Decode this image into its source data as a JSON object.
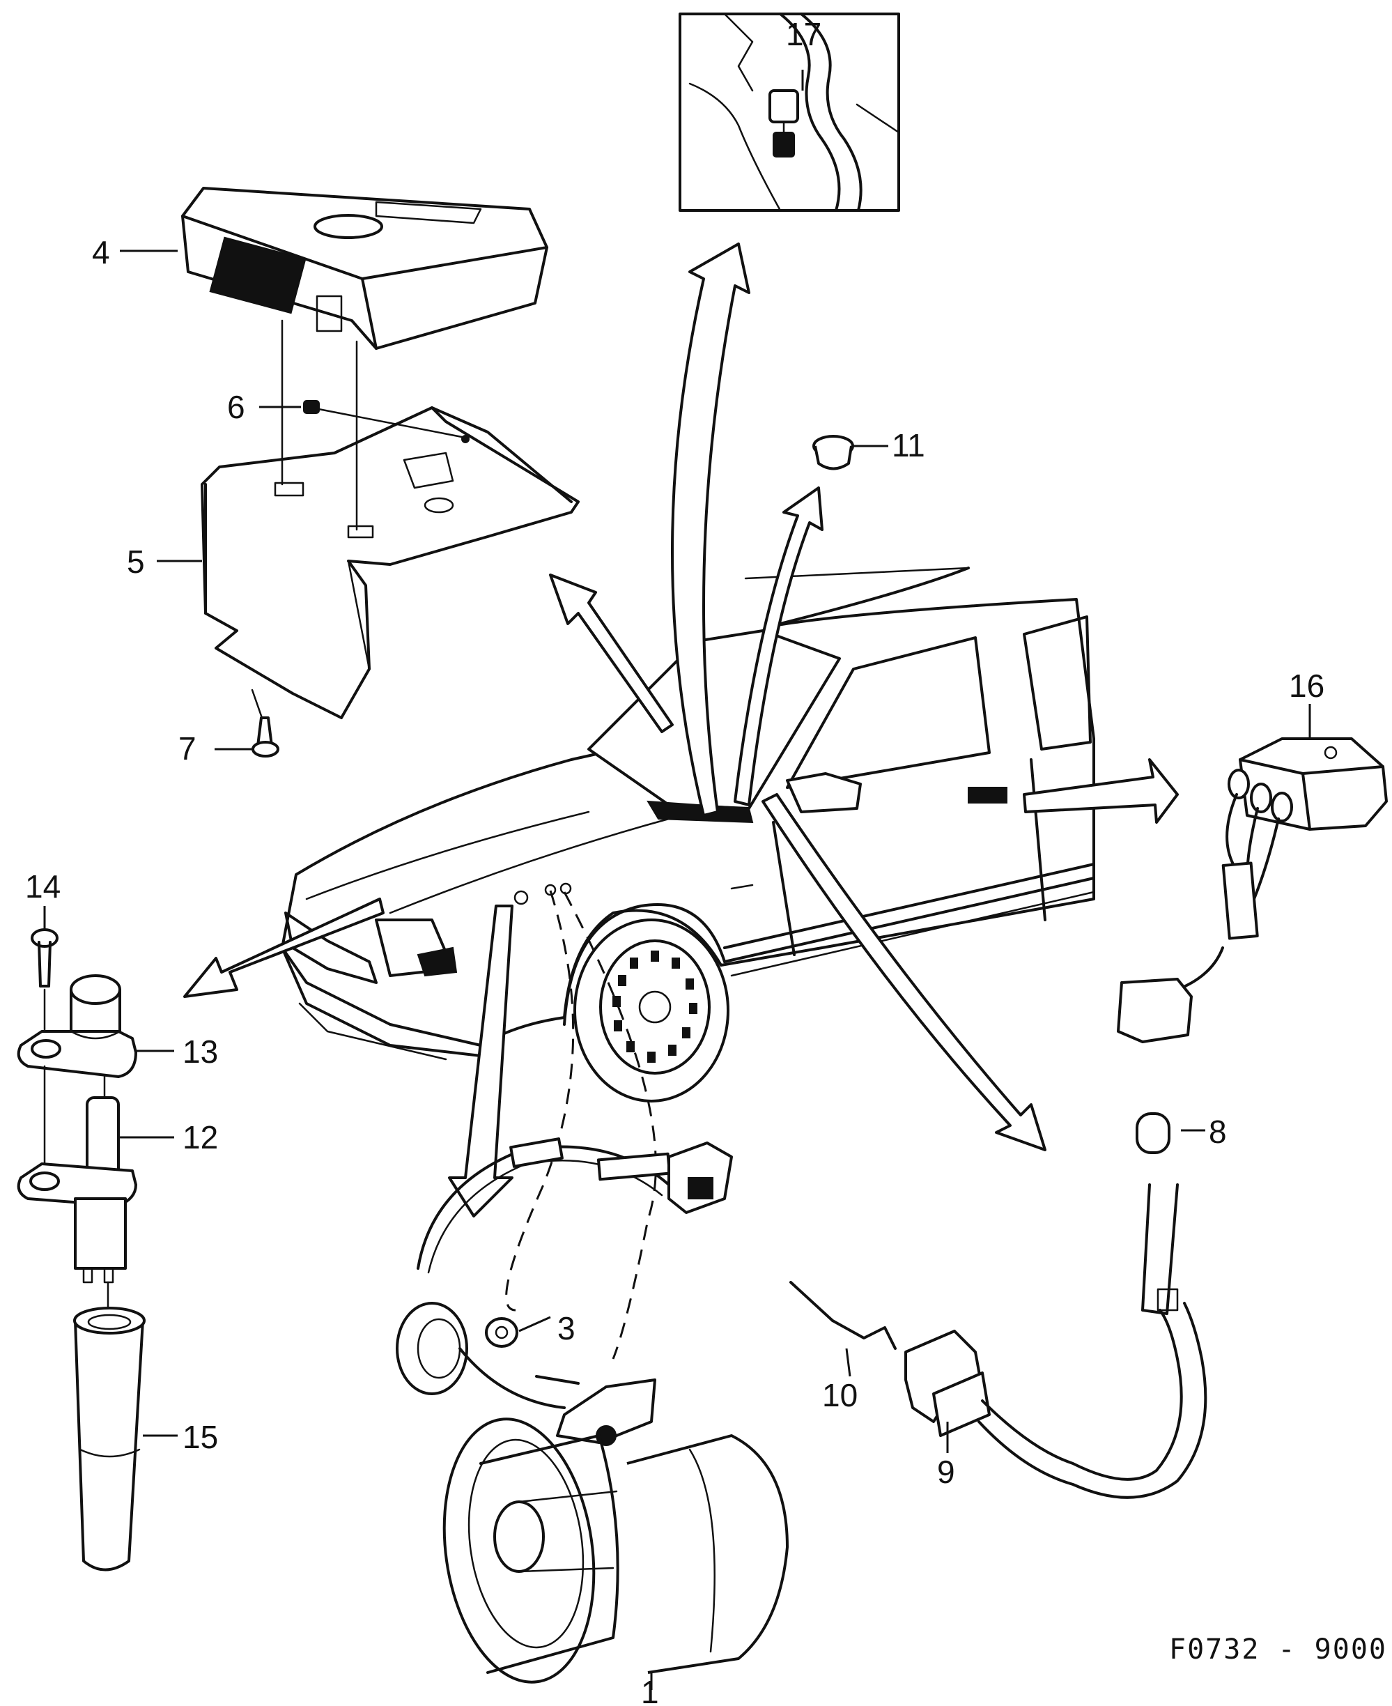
{
  "diagram": {
    "drawing_code": "F0732 - 9000",
    "callouts": [
      "1",
      "3",
      "4",
      "5",
      "6",
      "7",
      "8",
      "9",
      "10",
      "11",
      "12",
      "13",
      "14",
      "15",
      "16",
      "17"
    ]
  },
  "icons": [
    "control-unit-icon",
    "bracket-icon",
    "siren-icon",
    "door-switch-icon",
    "car-icon"
  ]
}
